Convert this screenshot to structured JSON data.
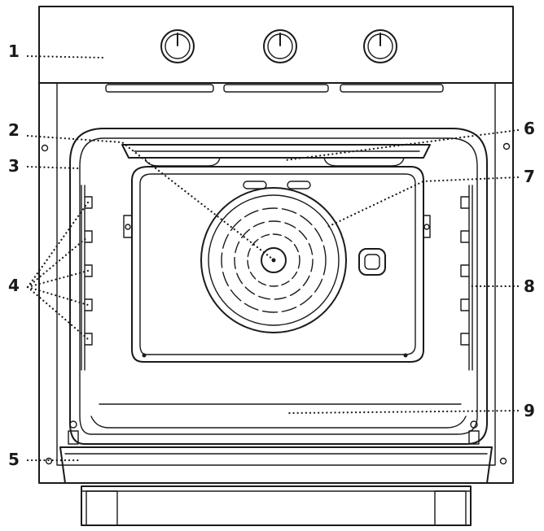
{
  "labels": [
    {
      "id": "1",
      "text": "1"
    },
    {
      "id": "2",
      "text": "2"
    },
    {
      "id": "3",
      "text": "3"
    },
    {
      "id": "4",
      "text": "4"
    },
    {
      "id": "5",
      "text": "5"
    },
    {
      "id": "6",
      "text": "6"
    },
    {
      "id": "7",
      "text": "7"
    },
    {
      "id": "8",
      "text": "8"
    },
    {
      "id": "9",
      "text": "9"
    }
  ],
  "knob_count": 3,
  "shelf_levels": 5,
  "colors": {
    "line": "#1a1a1a",
    "background": "#ffffff"
  }
}
